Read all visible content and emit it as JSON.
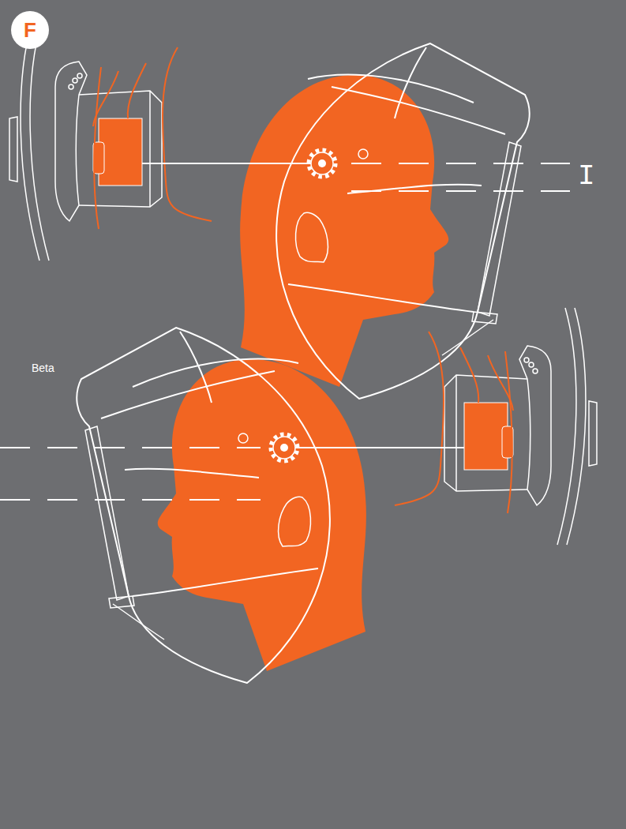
{
  "diagram": {
    "nodes": [
      {
        "text": [
          "F"
        ]
      }
    ],
    "labels": [
      "Beta",
      "I"
    ]
  }
}
